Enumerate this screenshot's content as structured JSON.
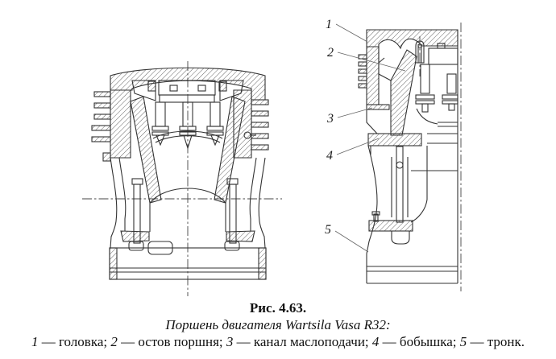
{
  "figure": {
    "number_label": "Рис. 4.63.",
    "title": "Поршень двигателя Wartsila Vasa R32:"
  },
  "legend_items": [
    {
      "num": "1",
      "text": " — головка; "
    },
    {
      "num": "2",
      "text": " — остов поршня; "
    },
    {
      "num": "3",
      "text": " — канал маслоподачи; "
    },
    {
      "num": "4",
      "text": " — бобышка; "
    },
    {
      "num": "5",
      "text": " — тронк."
    }
  ],
  "callouts": [
    "1",
    "2",
    "3",
    "4",
    "5"
  ],
  "colors": {
    "line": "#333333",
    "hatch": "#555555",
    "text": "#111111",
    "background": "#ffffff"
  }
}
